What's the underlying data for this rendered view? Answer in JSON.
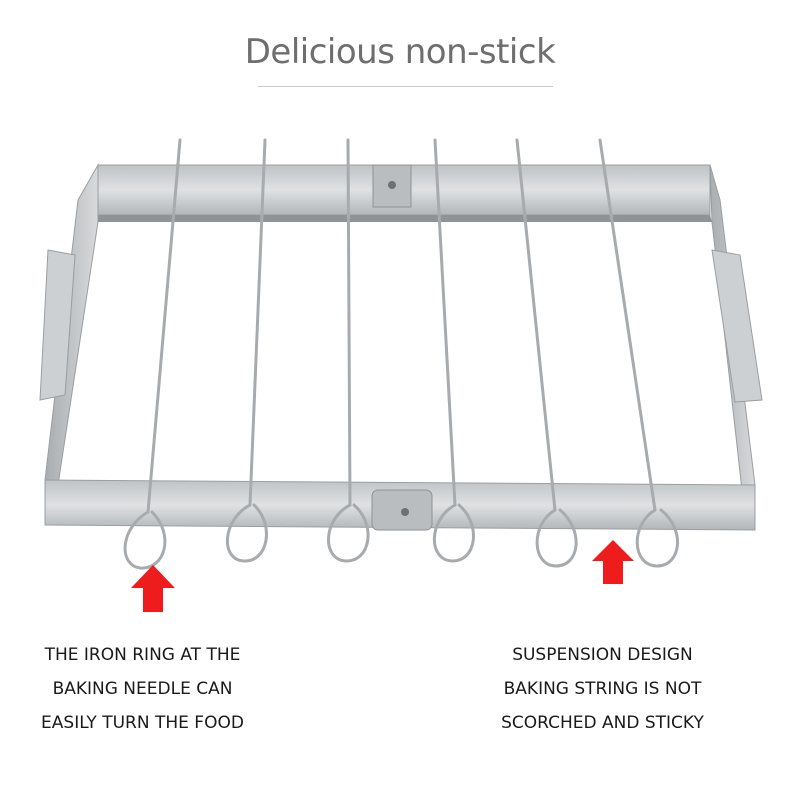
{
  "title": "Delicious non-stick",
  "product": {
    "skewer_count": 6
  },
  "captions": {
    "left": {
      "line1": "THE IRON RING AT THE",
      "line2": "BAKING NEEDLE CAN",
      "line3": "EASILY TURN THE FOOD"
    },
    "right": {
      "line1": "SUSPENSION DESIGN",
      "line2": "BAKING STRING IS NOT",
      "line3": "SCORCHED AND STICKY"
    }
  },
  "colors": {
    "arrow": "#ee1c1c",
    "metal": "#c9cdd0",
    "text": "#1a1a1a",
    "title": "#6e6e6e"
  },
  "icons": {
    "pointer": "red-up-arrow-icon"
  }
}
